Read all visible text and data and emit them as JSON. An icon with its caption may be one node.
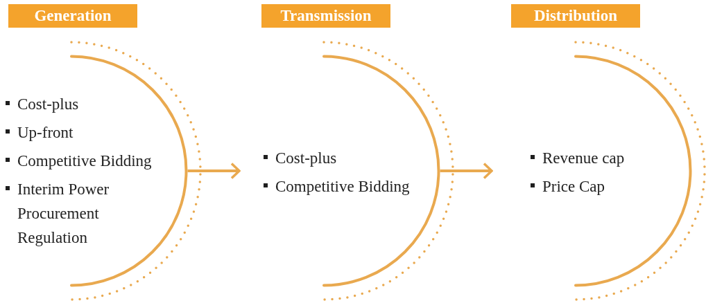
{
  "diagram": {
    "nodes": [
      {
        "text": [
          "Generation",
          "Cost-plus",
          "Up-front",
          "Competitive Bidding",
          "Interim Power Procurement Regulation"
        ]
      },
      {
        "text": [
          "Transmission",
          "Cost-plus",
          "Competitive Bidding"
        ]
      },
      {
        "text": [
          "Distribution",
          "Revenue cap",
          "Price Cap"
        ]
      }
    ],
    "edges": [
      {
        "from": 0,
        "to": 1,
        "arrow": "to"
      },
      {
        "from": 1,
        "to": 2,
        "arrow": "to"
      }
    ]
  }
}
